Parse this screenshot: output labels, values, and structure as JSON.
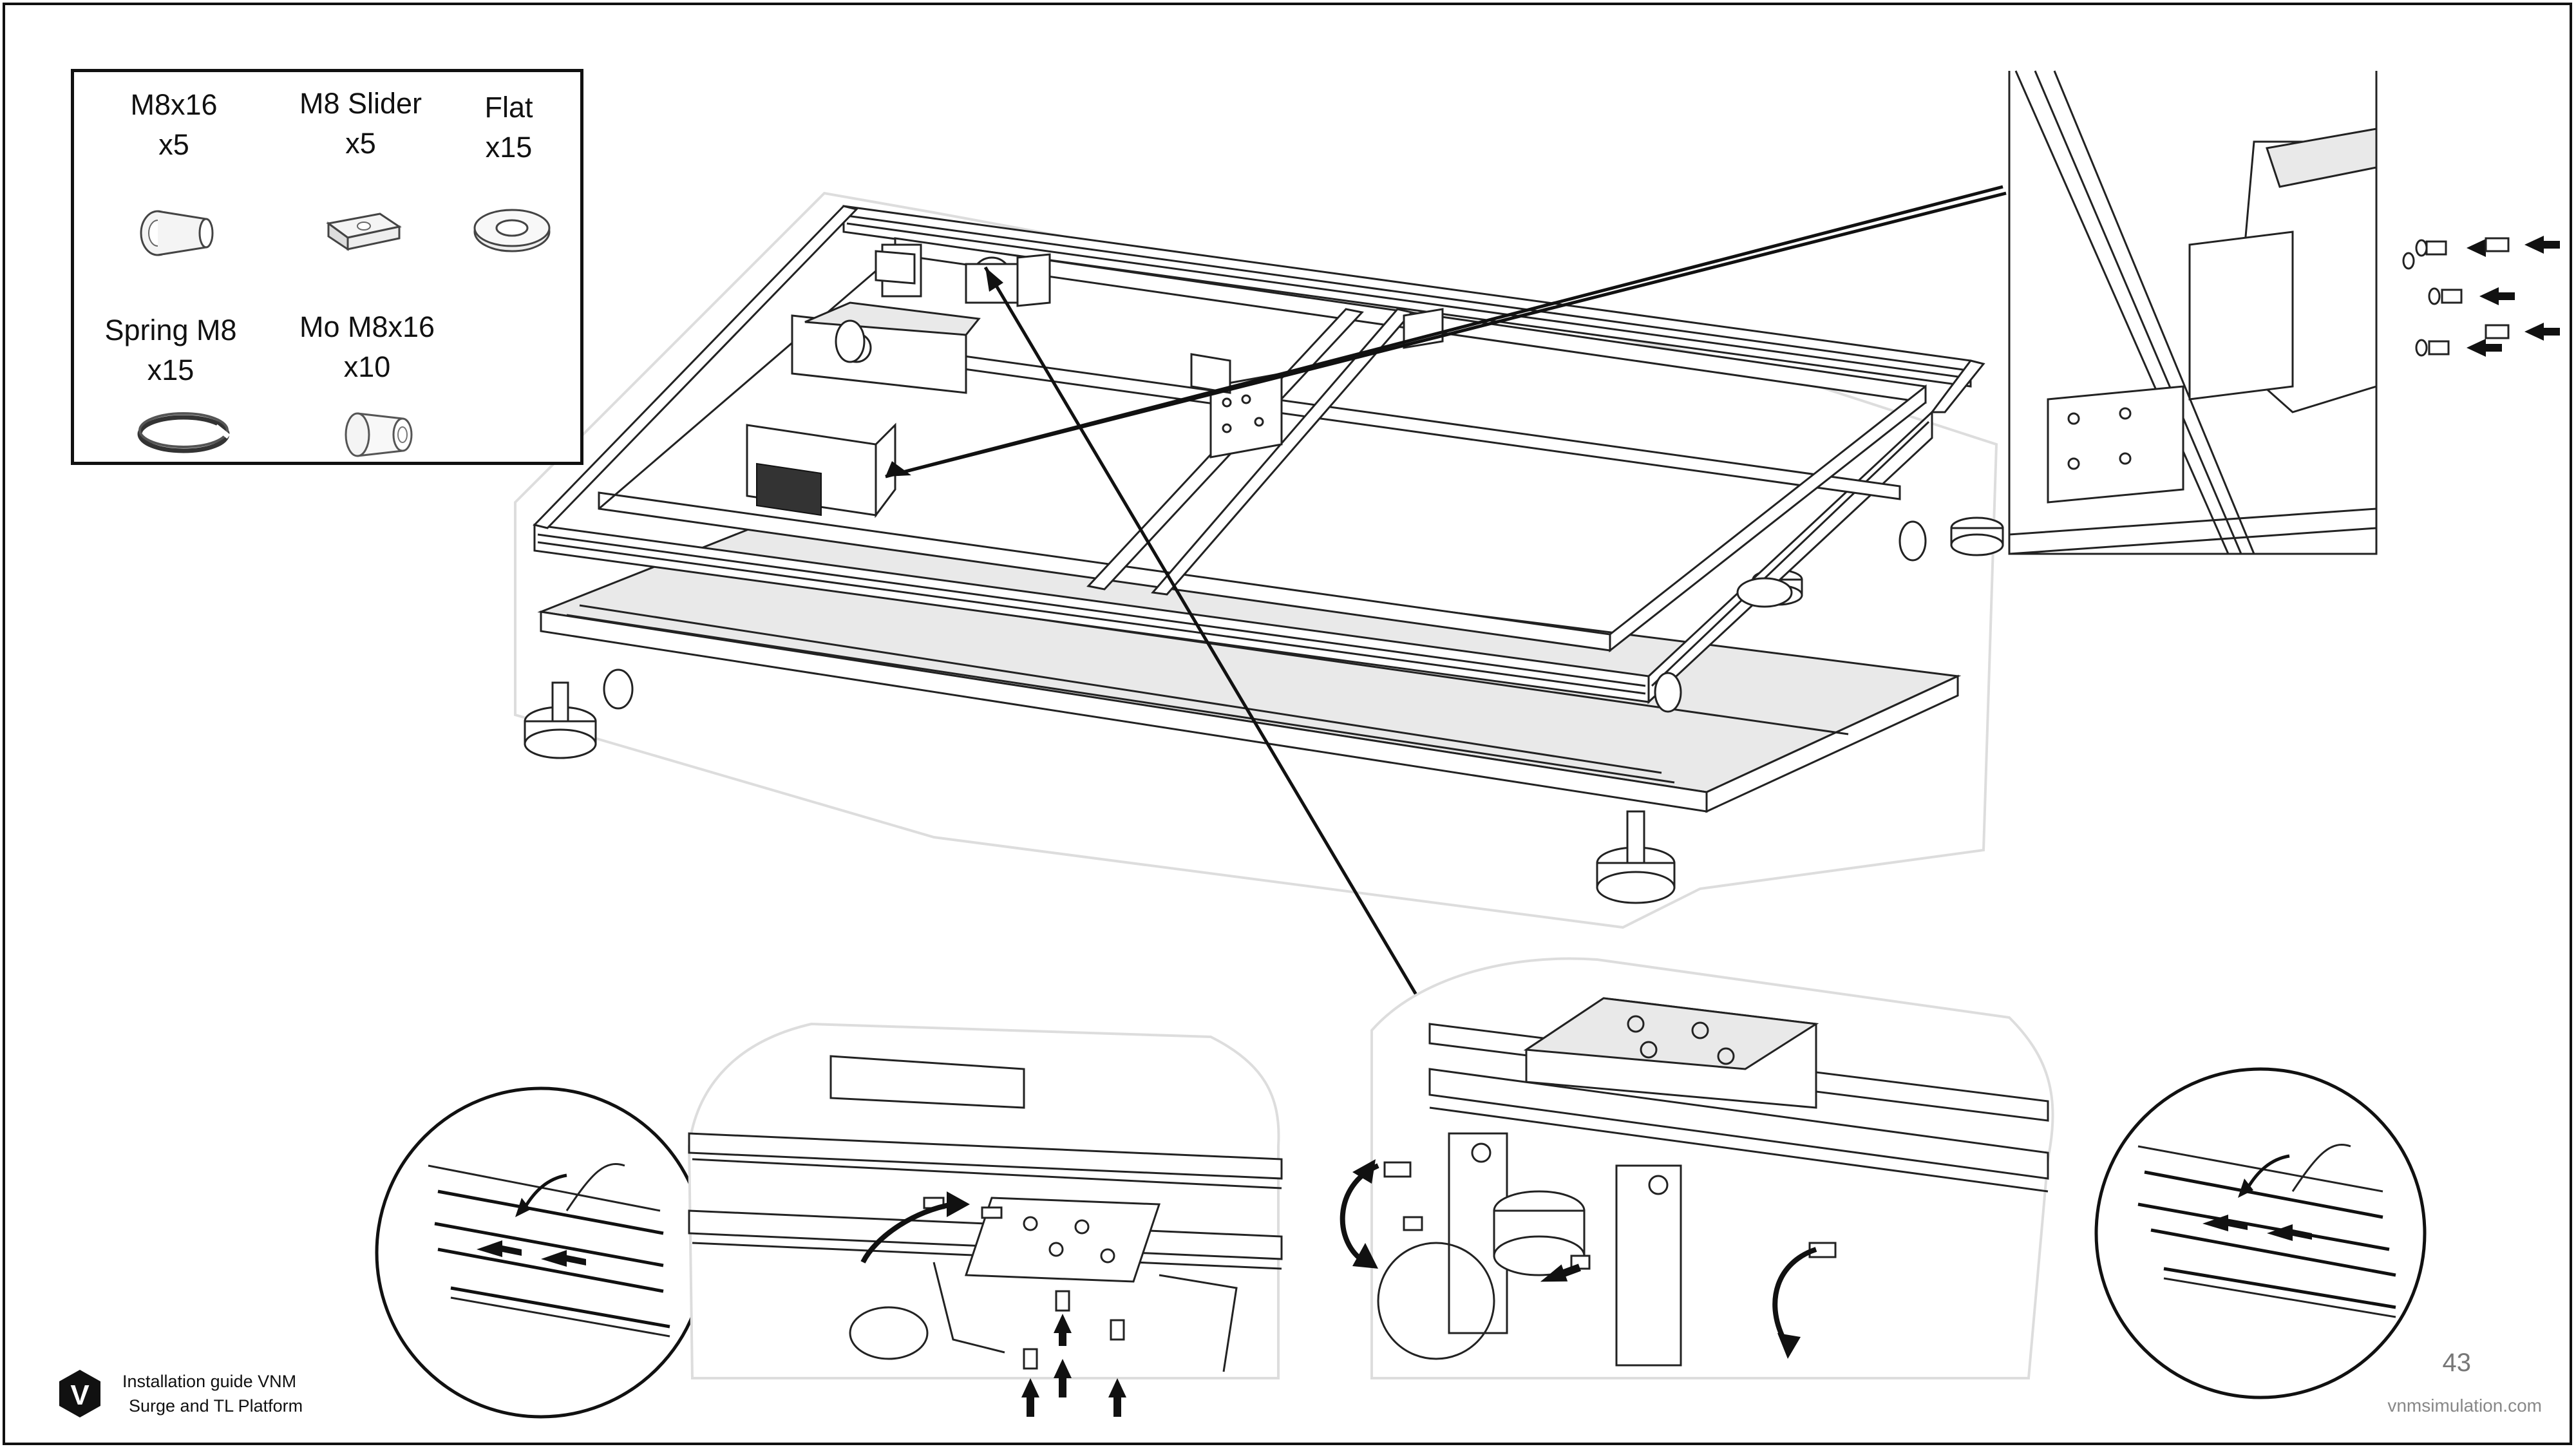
{
  "parts": [
    {
      "name": "M8x16",
      "qty": "x5",
      "icon": "socket-bolt-icon"
    },
    {
      "name": "M8 Slider",
      "qty": "x5",
      "icon": "t-slot-slider-icon"
    },
    {
      "name": "Flat",
      "qty": "x15",
      "icon": "flat-washer-icon"
    },
    {
      "name": "Spring M8",
      "qty": "x15",
      "icon": "spring-washer-icon"
    },
    {
      "name": "Mo M8x16",
      "qty": "x10",
      "icon": "button-bolt-icon"
    }
  ],
  "footer": {
    "guide_line1": "Installation guide VNM",
    "guide_line2": "Surge and TL Platform",
    "page_number": "43",
    "website": "vnmsimulation.com",
    "logo_letter": "V",
    "logo_icon": "vnm-logo-icon"
  },
  "colors": {
    "line": "#111111",
    "page_number": "#777777",
    "website": "#888888"
  }
}
